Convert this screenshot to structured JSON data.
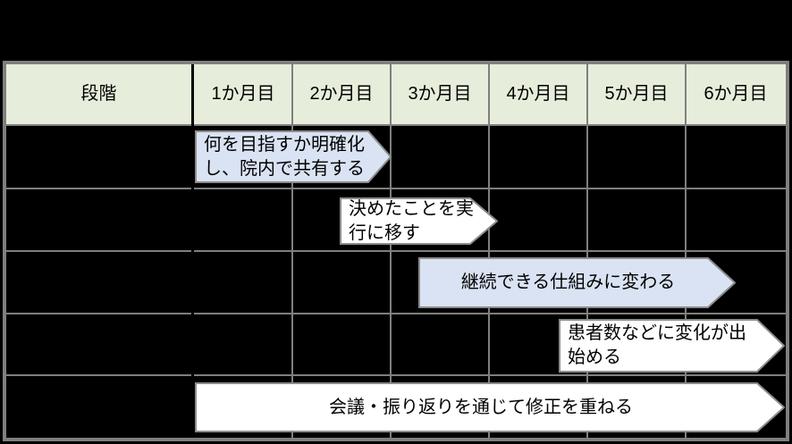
{
  "colors": {
    "canvas_background": "#000000",
    "header_fill": "#e6eedb",
    "arrow_blue_fill": "#dae3f3",
    "arrow_white_fill": "#ffffff",
    "arrow_stroke": "#8c8c8c",
    "grid_line": "#7f7f7f",
    "stage_divider": "#000000",
    "text": "#000000"
  },
  "table": {
    "stage_header": "段階",
    "month_headers": [
      "1か月目",
      "2か月目",
      "3か月目",
      "4か月目",
      "5か月目",
      "6か月目"
    ],
    "rows": [
      {
        "stage": "",
        "arrow": {
          "label": "何を目指すか明確化し、院内で共有する",
          "lines": [
            "何を目指すか明確化",
            "し、院内で共有する"
          ],
          "fill": "#dae3f3",
          "span": {
            "from": 1.0,
            "to": 3.0
          }
        }
      },
      {
        "stage": "",
        "arrow": {
          "label": "決めたことを実行に移す",
          "lines": [
            "決めたことを実",
            "行に移す"
          ],
          "fill": "#ffffff",
          "span": {
            "from": 2.5,
            "to": 4.1
          }
        }
      },
      {
        "stage": "",
        "arrow": {
          "label": "継続できる仕組みに変わる",
          "lines": [
            "継続できる仕組みに変わる"
          ],
          "fill": "#dae3f3",
          "span": {
            "from": 3.3,
            "to": 6.5
          }
        }
      },
      {
        "stage": "",
        "arrow": {
          "label": "患者数などに変化が出始める",
          "lines": [
            "患者数などに変化が出",
            "始める"
          ],
          "fill": "#ffffff",
          "span": {
            "from": 4.7,
            "to": 7.0
          }
        }
      },
      {
        "stage": "",
        "arrow": {
          "label": "会議・振り返りを通じて修正を重ねる",
          "lines": [
            "会議・振り返りを通じて修正を重ねる"
          ],
          "fill": "#ffffff",
          "span": {
            "from": 1.0,
            "to": 7.0
          }
        }
      }
    ]
  }
}
